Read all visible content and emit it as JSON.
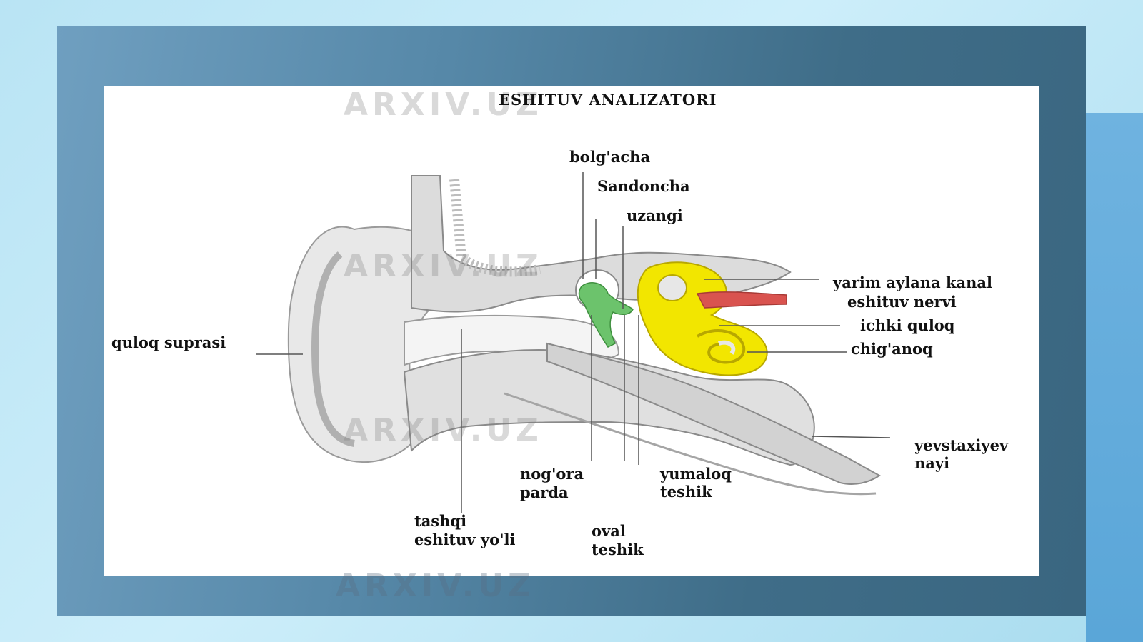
{
  "diagram": {
    "title": "ESHITUV ANALIZATORI",
    "labels": {
      "bolgacha": "bolg'acha",
      "sandoncha": "Sandoncha",
      "uzangi": "uzangi",
      "yarim_aylana_kanal": "yarim aylana kanal",
      "eshituv_nervi": "eshituv nervi",
      "ichki_quloq": "ichki quloq",
      "chiganoq": "chig'anoq",
      "quloq_suprasi": "quloq suprasi",
      "yevstaxiyev_nayi_1": "yevstaxiyev",
      "yevstaxiyev_nayi_2": "nayi",
      "nogora_parda_1": "nog'ora",
      "nogora_parda_2": "parda",
      "yumaloq_teshik_1": "yumaloq",
      "yumaloq_teshik_2": "teshik",
      "tashqi_eshituv_1": "tashqi",
      "tashqi_eshituv_2": "eshituv yo'li",
      "oval_teshik_1": "oval",
      "oval_teshik_2": "teshik"
    },
    "colors": {
      "inner_ear": "#f2e600",
      "nerve": "#d9534f",
      "ossicles": "#5cc05c",
      "tissue": "#e4e4e4"
    }
  },
  "watermark": {
    "text": "ARXIV.UZ"
  }
}
